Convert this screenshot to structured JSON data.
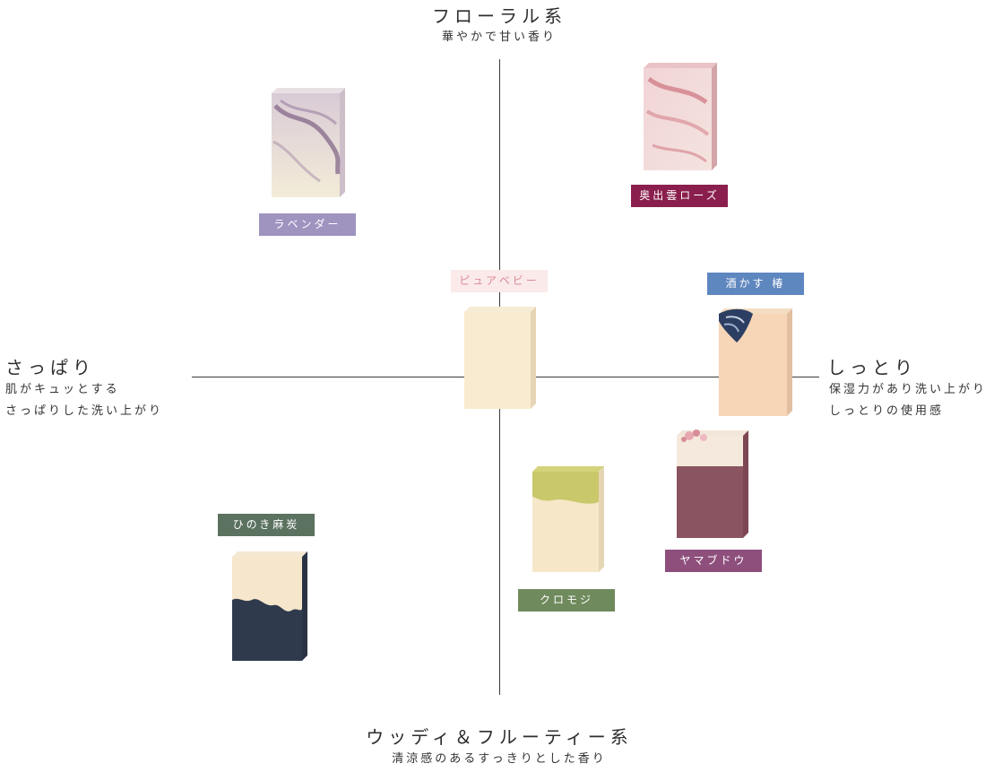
{
  "axes": {
    "top": {
      "title": "フローラル系",
      "subtitle": "華やかで甘い香り"
    },
    "bottom": {
      "title": "ウッディ＆フルーティー系",
      "subtitle": "清涼感のあるすっきりとした香り"
    },
    "left": {
      "title": "さっぱり",
      "sub1": "肌がキュッとする",
      "sub2": "さっぱりした洗い上がり"
    },
    "right": {
      "title": "しっとり",
      "sub1": "保湿力があり洗い上がり",
      "sub2": "しっとりの使用感"
    }
  },
  "products": {
    "lavender": {
      "name": "ラベンダー",
      "color": "#9f93c0"
    },
    "okuizumo_rose": {
      "name": "奥出雲ローズ",
      "color": "#8a1f4d"
    },
    "pure_baby": {
      "name": "ピュアベビー",
      "color": "#fbeaea",
      "text_color": "#d98b95"
    },
    "sakekasu_tsubaki": {
      "name": "酒かす 椿",
      "color": "#5e86bf"
    },
    "hinoki_charcoal": {
      "name": "ひのき麻炭",
      "color": "#5c7260"
    },
    "kuromoji": {
      "name": "クロモジ",
      "color": "#6f8a5c"
    },
    "yamabudou": {
      "name": "ヤマブドウ",
      "color": "#8e4f7d"
    }
  },
  "icons": [
    "lavender-soap-icon",
    "rose-soap-icon",
    "baby-soap-icon",
    "camellia-soap-icon",
    "hinoki-charcoal-soap-icon",
    "kuromoji-soap-icon",
    "yamabudou-soap-icon"
  ]
}
